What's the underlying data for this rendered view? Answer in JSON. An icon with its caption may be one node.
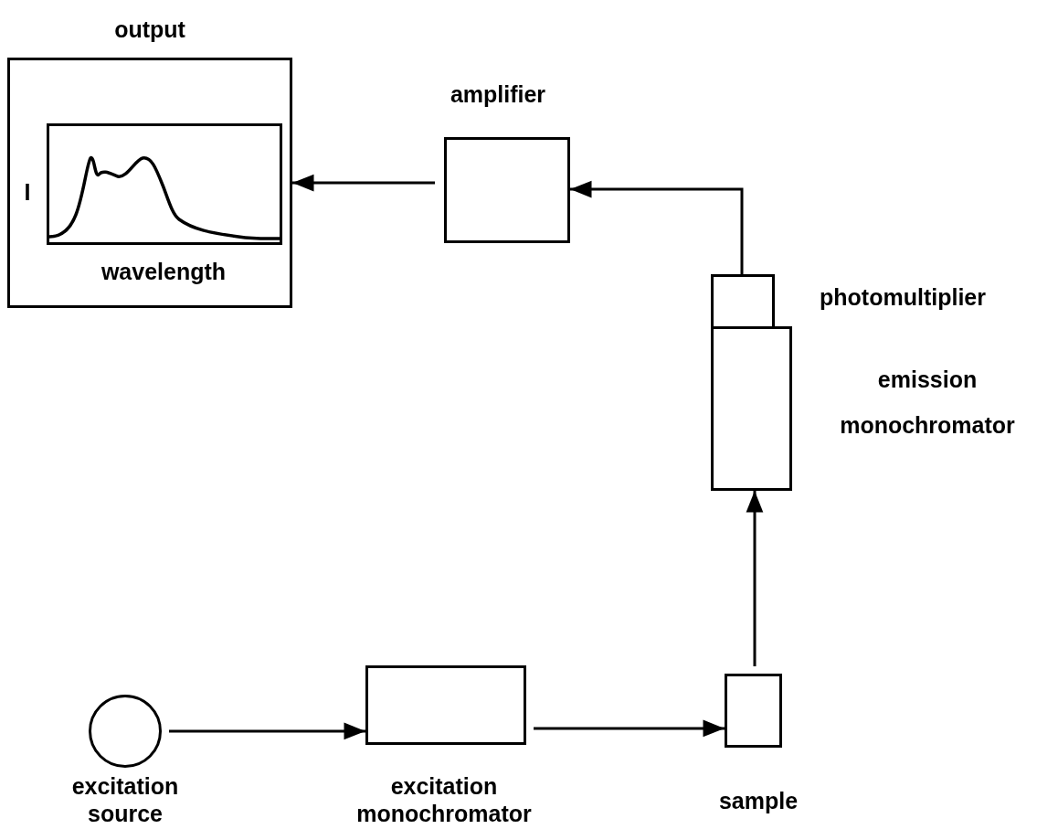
{
  "diagram": {
    "nodes": [
      {
        "text": [
          "output"
        ]
      },
      {
        "text": [
          "wavelength"
        ],
        "in": 0,
        "beside": [
          "I"
        ]
      },
      {
        "text": [
          "amplifier"
        ]
      },
      {
        "text": [
          "photomultiplier"
        ]
      },
      {
        "text": [
          "emission monochromator"
        ]
      },
      {
        "text": [
          "excitation source"
        ]
      },
      {
        "text": [
          "excitation monochromator"
        ]
      },
      {
        "text": [
          "sample"
        ]
      }
    ],
    "edges": [
      {
        "from": 5,
        "to": 6,
        "arrow": "to"
      },
      {
        "from": 6,
        "to": 7,
        "arrow": "to"
      },
      {
        "from": 7,
        "to": 4,
        "arrow": "to"
      },
      {
        "from": 3,
        "to": 2,
        "arrow": "to"
      },
      {
        "from": 2,
        "to": 0,
        "arrow": "to"
      }
    ]
  }
}
